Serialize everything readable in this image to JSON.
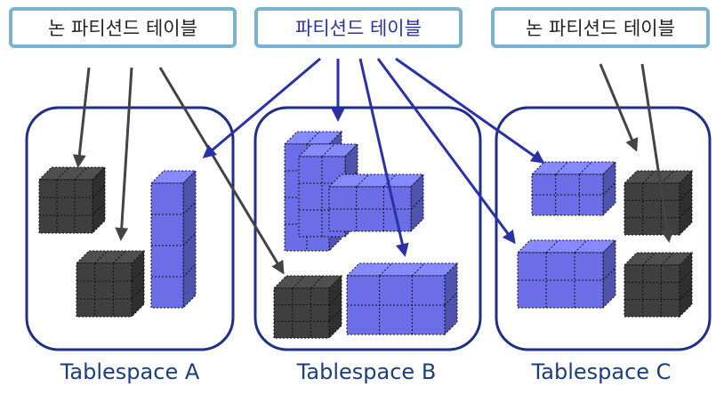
{
  "labels": {
    "left": "논 파티션드 테이블",
    "center": "파티션드 테이블",
    "right": "논 파티션드 테이블"
  },
  "tablespaces": [
    "Tablespace A",
    "Tablespace B",
    "Tablespace C"
  ],
  "colors": {
    "label_border": "#7ab3cf",
    "tablespace_border": "#1f2f8a",
    "partitioned_cube": "#6b6ee6",
    "non_partitioned_cube": "#3f3f3f",
    "arrow_dark": "#444444",
    "arrow_blue": "#2a31a8"
  }
}
